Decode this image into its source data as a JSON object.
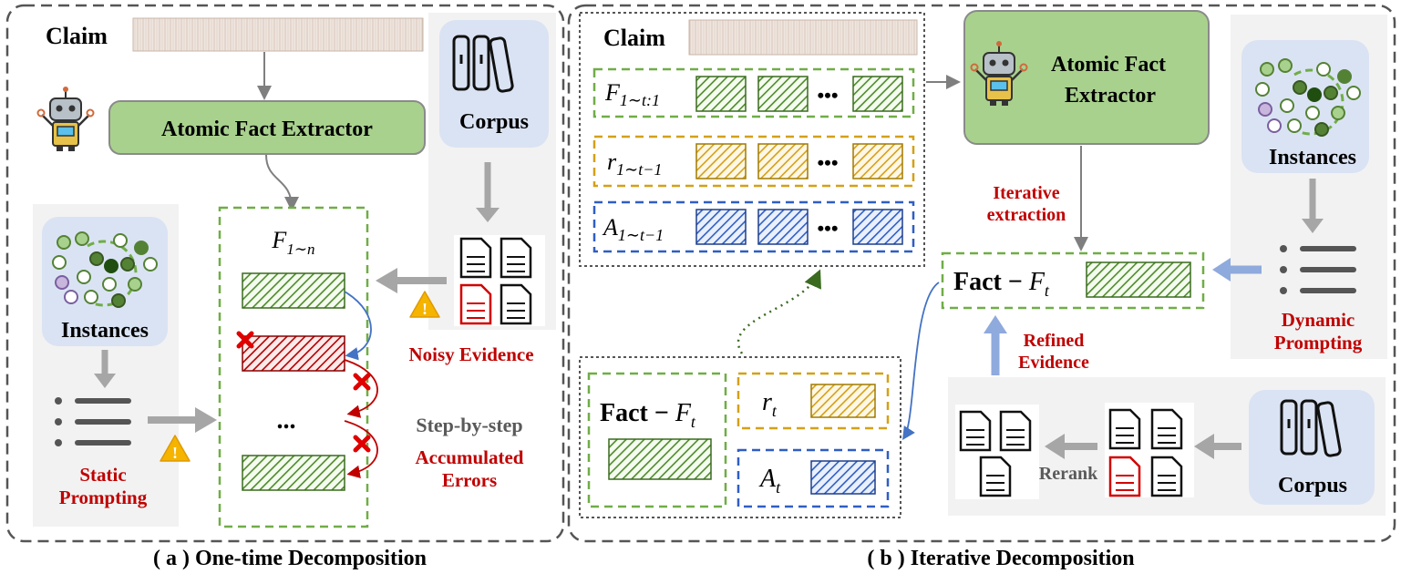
{
  "panel_a": {
    "caption": "( a ) One-time Decomposition",
    "claim_label": "Claim",
    "extractor_label": "Atomic Fact Extractor",
    "corpus_label": "Corpus",
    "instances_label": "Instances",
    "fact_set_label": "F",
    "fact_set_sub": "1∼n",
    "ellipsis": "...",
    "noisy_evidence_label": "Noisy Evidence",
    "step_label": "Step-by-step",
    "accumulated_label_1": "Accumulated",
    "accumulated_label_2": "Errors",
    "static_label_1": "Static",
    "static_label_2": "Prompting"
  },
  "panel_b": {
    "caption": "( b ) Iterative Decomposition",
    "claim_label": "Claim",
    "f_label": "F",
    "f_sub": "1∼t:1",
    "r_label": "r",
    "r_sub": "1∼t−1",
    "a_label": "A",
    "a_sub": "1∼t−1",
    "row_ellipsis": "•••",
    "extractor_line1": "Atomic Fact",
    "extractor_line2": "Extractor",
    "iterative_1": "Iterative",
    "iterative_2": "extraction",
    "instances_label": "Instances",
    "dynamic_1": "Dynamic",
    "dynamic_2": "Prompting",
    "fact_label": "Fact − ",
    "fact_var": "F",
    "fact_sub": "t",
    "refined_1": "Refined",
    "refined_2": "Evidence",
    "bottom_fact_label": "Fact − ",
    "bottom_fact_var": "F",
    "bottom_fact_sub": "t",
    "rt_label": "r",
    "rt_sub": "t",
    "at_label": "A",
    "at_sub": "t",
    "rerank_label": "Rerank",
    "corpus_label": "Corpus"
  },
  "colors": {
    "green_hatch": "#70ad47",
    "red_hatch": "#c00000",
    "yellow_hatch": "#d4a017",
    "blue_hatch": "#2f5ec4",
    "extractor_fill": "#a9d18e",
    "corpus_fill": "#dae3f3",
    "label_red": "#c00000"
  }
}
